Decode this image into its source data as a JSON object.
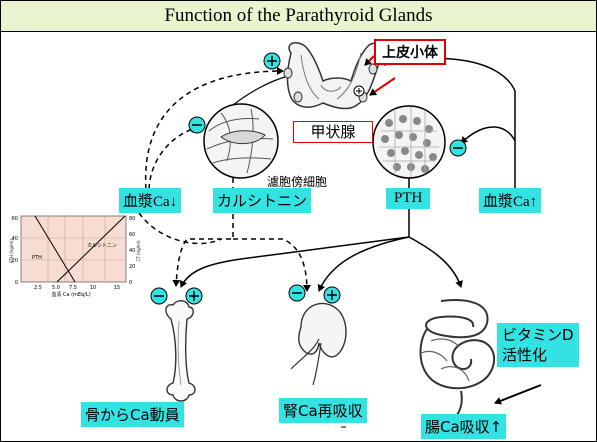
{
  "title": "Function of the Parathyroid Glands",
  "labels": {
    "parathyroid": "上皮小体",
    "thyroid": "甲状腺",
    "follicular_cells": "濾胞傍細胞",
    "calcitonin": "カルシトニン",
    "plasma_ca_down": "血漿Ca↓",
    "pth": "PTH",
    "plasma_ca_up": "血漿Ca↑",
    "bone": "骨からCa動員",
    "kidney": "腎Ca再吸収",
    "vitamin_d": "ビタミンD\n活性化",
    "intestine": "腸Ca吸収↑"
  },
  "signs": {
    "plus": "+",
    "minus": "−"
  },
  "inset_graph": {
    "left_axis_label": "PTH (ng/ml)",
    "right_axis_label": "CT (ng/ml)",
    "x_label": "血清 Ca (mEq/L)",
    "left_ticks": [
      "60",
      "40",
      "20",
      "0"
    ],
    "right_ticks": [
      "80",
      "60",
      "40",
      "20",
      "0"
    ],
    "x_ticks": [
      "2.5",
      "5.0",
      "7.5",
      "10",
      "15"
    ],
    "series": [
      "PTH",
      "カルシトニン"
    ],
    "colors": {
      "background": "#f6dcd2",
      "line": "#000000"
    }
  },
  "colors": {
    "title_bg": "#e8f5ce",
    "cyan": "#33e2e2",
    "red": "#e00000"
  }
}
